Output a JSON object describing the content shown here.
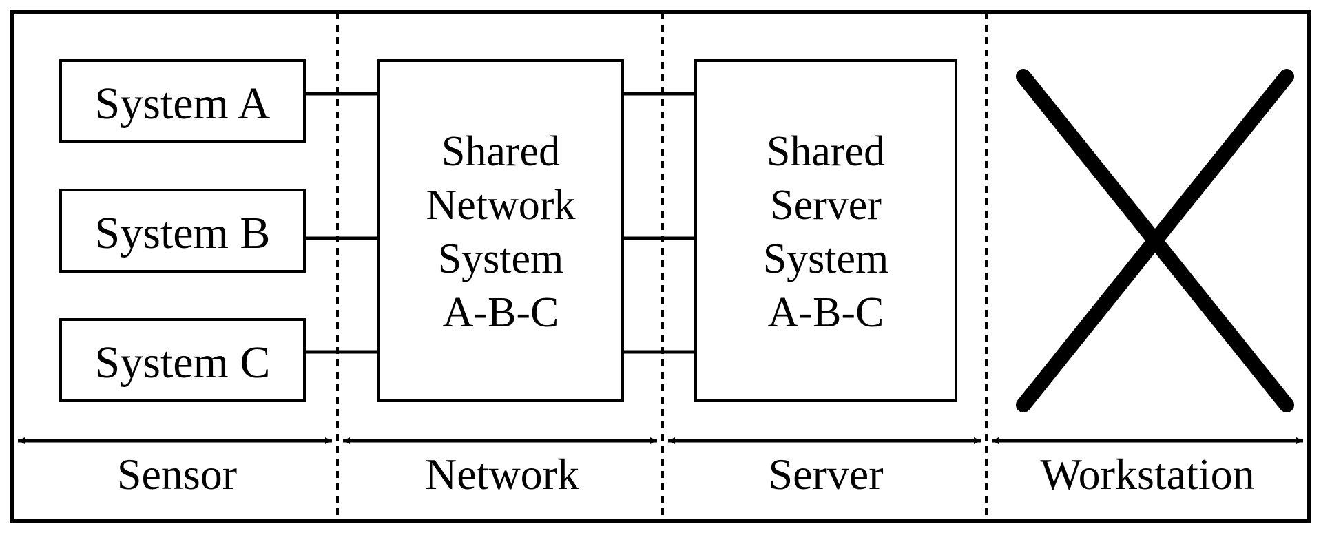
{
  "systems": [
    {
      "label": "System A"
    },
    {
      "label": "System B"
    },
    {
      "label": "System C"
    }
  ],
  "network_box": {
    "lines": [
      "Shared",
      "Network",
      "System",
      "A-B-C"
    ]
  },
  "server_box": {
    "lines": [
      "Shared",
      "Server",
      "System",
      "A-B-C"
    ]
  },
  "zones": [
    {
      "label": "Sensor"
    },
    {
      "label": "Network"
    },
    {
      "label": "Server"
    },
    {
      "label": "Workstation"
    }
  ],
  "colors": {
    "stroke": "#000000",
    "background": "#ffffff"
  },
  "workstation_mark": "x-cross-icon"
}
